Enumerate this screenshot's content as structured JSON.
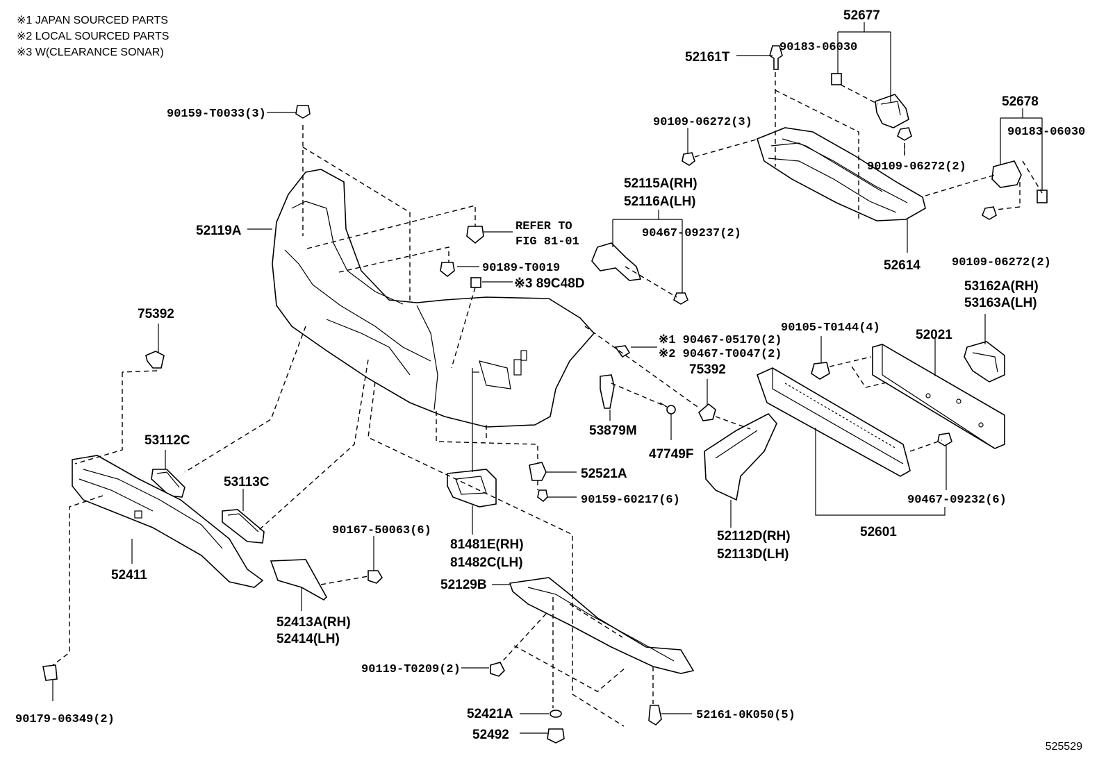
{
  "notes": [
    "※1 JAPAN SOURCED PARTS",
    "※2 LOCAL SOURCED PARTS",
    "※3 W(CLEARANCE SONAR)"
  ],
  "figure_number": "525529",
  "labels": {
    "p52677": "52677",
    "p90183a": "90183-06030",
    "p52161T": "52161T",
    "p90109a": "90109-06272(3)",
    "p90109b": "90109-06272(2)",
    "p52678": "52678",
    "p90183b": "90183-06030",
    "p90159a": "90159-T0033(3)",
    "p52115A": "52115A(RH)",
    "p52116A": "52116A(LH)",
    "p90467a": "90467-09237(2)",
    "p52614": "52614",
    "p90109c": "90109-06272(2)",
    "p52119A": "52119A",
    "refer1": "REFER TO",
    "refer2": "FIG 81-01",
    "p90189": "90189-T0019",
    "p89C48D": "※3 89C48D",
    "p53162A": "53162A(RH)",
    "p53163A": "53163A(LH)",
    "p75392a": "75392",
    "p90105": "90105-T0144(4)",
    "p52021": "52021",
    "p90467b": "※1 90467-05170(2)",
    "p90467c": "※2 90467-T0047(2)",
    "p75392b": "75392",
    "p53879M": "53879M",
    "p47749F": "47749F",
    "p53112C": "53112C",
    "p52521A": "52521A",
    "p90159b": "90159-60217(6)",
    "p53113C": "53113C",
    "p52112D": "52112D(RH)",
    "p52113D": "52113D(LH)",
    "p90467d": "90467-09232(6)",
    "p52601": "52601",
    "p90167": "90167-50063(6)",
    "p81481E": "81481E(RH)",
    "p81482C": "81482C(LH)",
    "p52411": "52411",
    "p52129B": "52129B",
    "p52413A": "52413A(RH)",
    "p52414": "52414(LH)",
    "p90119": "90119-T0209(2)",
    "p52421A": "52421A",
    "p52161b": "52161-0K050(5)",
    "p52492": "52492",
    "p90179": "90179-06349(2)"
  }
}
